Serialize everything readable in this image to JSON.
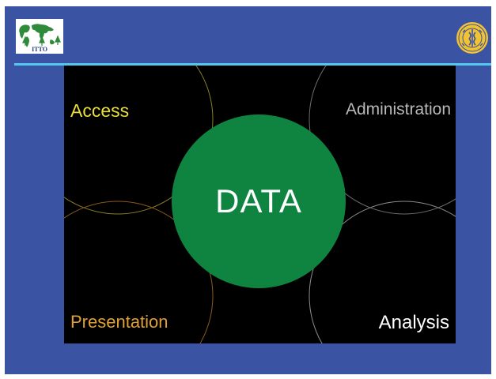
{
  "slide": {
    "colors": {
      "background": "#3b53a3",
      "rule": "#55c8ef",
      "panel": "#000000",
      "center": "#0f8441"
    },
    "logos": {
      "left": {
        "icon": "itto-map-logo-icon",
        "text": "ITTO"
      },
      "right": {
        "icon": "fao-emblem-icon"
      }
    }
  },
  "diagram": {
    "center_label": "DATA",
    "quadrants": {
      "top_left": {
        "label": "Access",
        "color": "#e8df3a"
      },
      "top_right": {
        "label": "Administration",
        "color": "#b9b9b9"
      },
      "bottom_left": {
        "label": "Presentation",
        "color": "#e0a032"
      },
      "bottom_right": {
        "label": "Analysis",
        "color": "#ffffff"
      }
    }
  }
}
